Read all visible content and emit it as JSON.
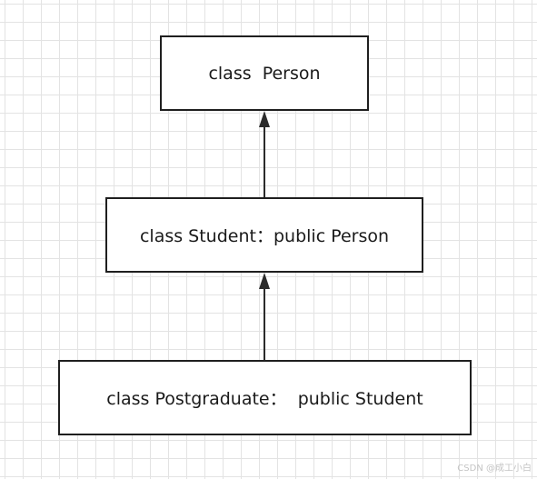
{
  "diagram": {
    "boxes": [
      {
        "id": "person",
        "text": "class  Person"
      },
      {
        "id": "student",
        "text": "class Student：public Person"
      },
      {
        "id": "postgraduate",
        "text": "class Postgraduate：  public Student"
      }
    ],
    "arrows": [
      {
        "from": "student",
        "to": "person"
      },
      {
        "from": "postgraduate",
        "to": "student"
      }
    ]
  },
  "watermark": "CSDN @成工小白"
}
